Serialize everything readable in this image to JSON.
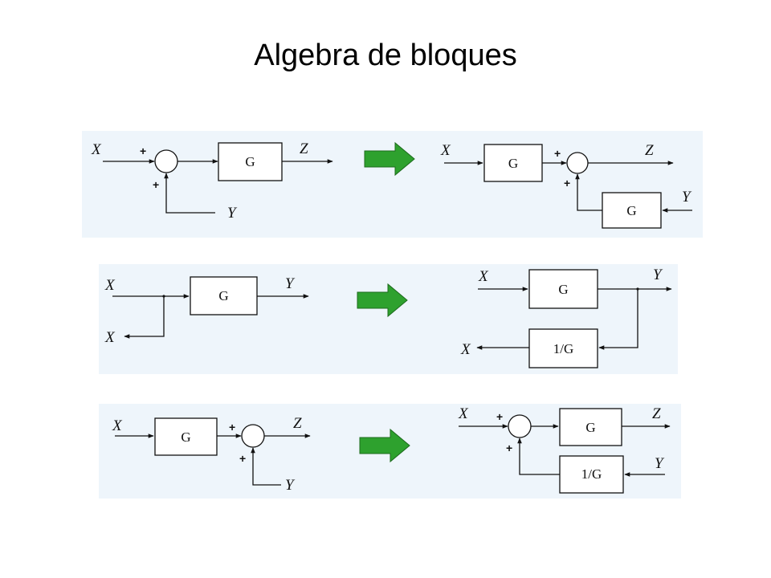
{
  "title": "Algebra de bloques",
  "colors": {
    "panel_bg": "#eef5fb",
    "arrow_green": "#2ea12e"
  },
  "rule1": {
    "left": {
      "in1": "X",
      "in2": "Y",
      "out": "Z",
      "block": "G",
      "sign_top": "+",
      "sign_bottom": "+"
    },
    "right": {
      "in1": "X",
      "in2": "Y",
      "out": "Z",
      "block1": "G",
      "block2": "G",
      "sign_top": "+",
      "sign_bottom": "+"
    }
  },
  "rule2": {
    "left": {
      "in": "X",
      "out": "Y",
      "branch": "X",
      "block": "G"
    },
    "right": {
      "in": "X",
      "out": "Y",
      "branch": "X",
      "block1": "G",
      "block2": "1/G"
    }
  },
  "rule3": {
    "left": {
      "in1": "X",
      "in2": "Y",
      "out": "Z",
      "block": "G",
      "sign_top": "+",
      "sign_bottom": "+"
    },
    "right": {
      "in1": "X",
      "in2": "Y",
      "out": "Z",
      "block1": "G",
      "block2": "1/G",
      "sign_top": "+",
      "sign_bottom": "+"
    }
  }
}
